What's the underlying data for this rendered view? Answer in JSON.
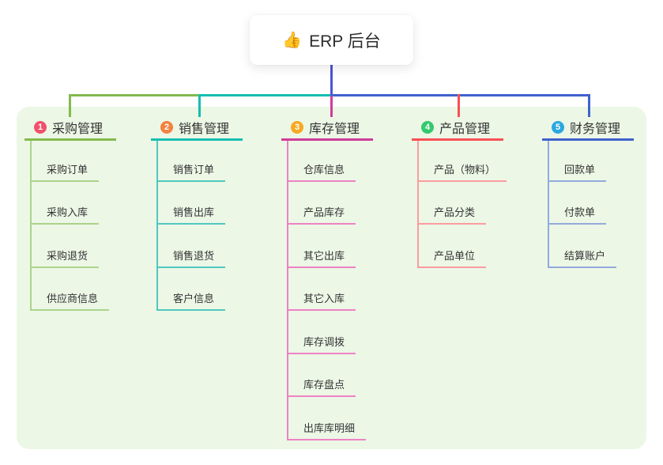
{
  "canvas": {
    "panel_color": "#ecf7e6"
  },
  "root": {
    "icon": "👍",
    "title": "ERP 后台",
    "line_color": "#4b55d4"
  },
  "branches": [
    {
      "badge": "1",
      "title": "采购管理",
      "color": "#84ba4e",
      "light_color": "#abd489",
      "badge_color": "#f2506b",
      "children": [
        "采购订单",
        "采购入库",
        "采购退货",
        "供应商信息"
      ]
    },
    {
      "badge": "2",
      "title": "销售管理",
      "color": "#16bdb2",
      "light_color": "#4fc8c0",
      "badge_color": "#f5813f",
      "children": [
        "销售订单",
        "销售出库",
        "销售退货",
        "客户信息"
      ]
    },
    {
      "badge": "3",
      "title": "库存管理",
      "color": "#cf3d9b",
      "light_color": "#ee82c4",
      "badge_color": "#f7a823",
      "children": [
        "仓库信息",
        "产品库存",
        "其它出库",
        "其它入库",
        "库存调拨",
        "库存盘点",
        "出库库明细"
      ]
    },
    {
      "badge": "4",
      "title": "产品管理",
      "color": "#f94f55",
      "light_color": "#fb9ba0",
      "badge_color": "#33c96d",
      "children": [
        "产品（物料）",
        "产品分类",
        "产品单位"
      ]
    },
    {
      "badge": "5",
      "title": "财务管理",
      "color": "#4062cc",
      "light_color": "#93aadc",
      "badge_color": "#2ba7e0",
      "children": [
        "回款单",
        "付款单",
        "结算账户"
      ]
    }
  ]
}
